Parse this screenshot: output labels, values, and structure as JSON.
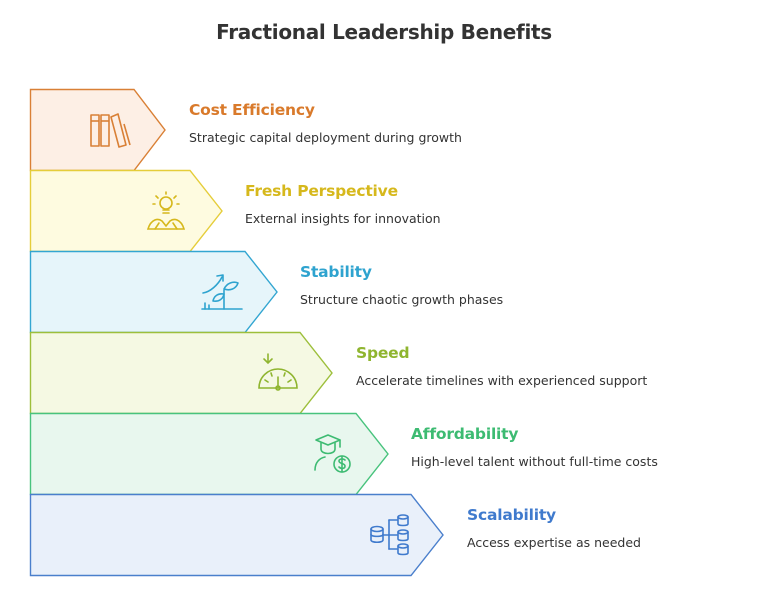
{
  "title": "Fractional Leadership Benefits",
  "steps": [
    {
      "title": "Cost Efficiency",
      "description": "Strategic capital deployment during growth",
      "icon": "books-icon",
      "fill": "#FDEFE5",
      "stroke": "#D98036",
      "title_color": "#D97A2B"
    },
    {
      "title": "Fresh Perspective",
      "description": "External insights for innovation",
      "icon": "lightbulb-icon",
      "fill": "#FEFBE0",
      "stroke": "#E5CD3A",
      "title_color": "#D6B81C"
    },
    {
      "title": "Stability",
      "description": "Structure chaotic growth phases",
      "icon": "sprout-growth-icon",
      "fill": "#E6F5FA",
      "stroke": "#33A6D1",
      "title_color": "#2EA3CF"
    },
    {
      "title": "Speed",
      "description": "Accelerate timelines with experienced support",
      "icon": "speedometer-icon",
      "fill": "#F5F9E3",
      "stroke": "#9DBF3B",
      "title_color": "#8FB52F"
    },
    {
      "title": "Affordability",
      "description": "High-level talent without full-time costs",
      "icon": "graduate-dollar-icon",
      "fill": "#E8F7EE",
      "stroke": "#48C37D",
      "title_color": "#3DBB72"
    },
    {
      "title": "Scalability",
      "description": "Access expertise as needed",
      "icon": "database-scale-icon",
      "fill": "#E9F0FA",
      "stroke": "#4A7FCC",
      "title_color": "#3F7ACD"
    }
  ]
}
